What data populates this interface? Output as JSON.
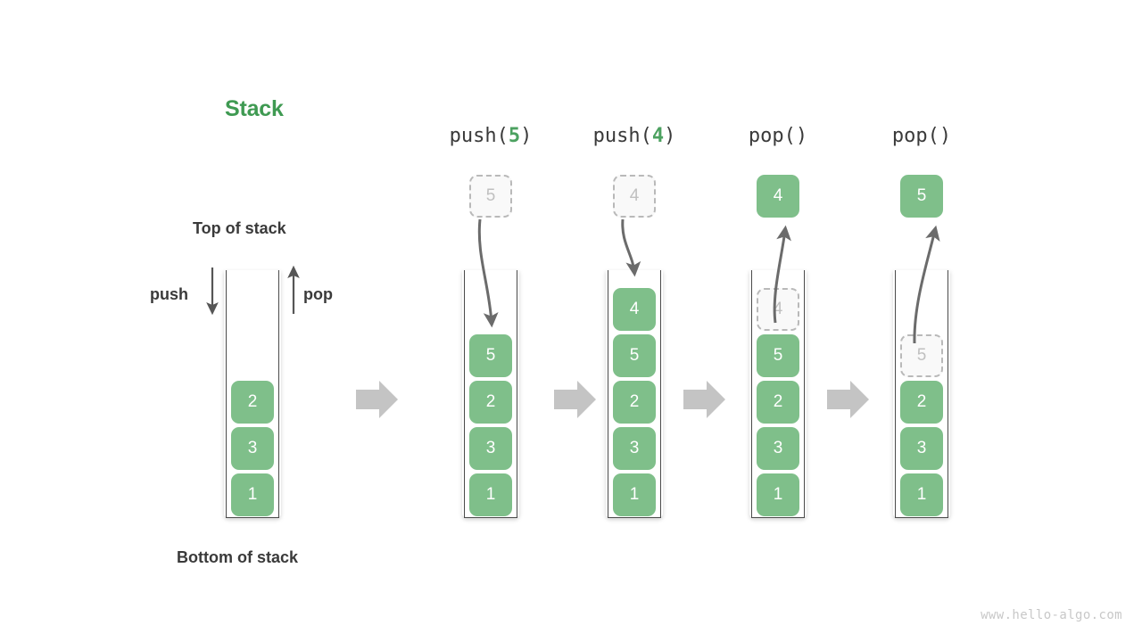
{
  "diagram": {
    "title": "Stack",
    "title_color": "#3f9a52",
    "cell_color": "#7fbf8a",
    "ghost_color": "#f9f9f9",
    "arrow_color": "#6b6b6b",
    "transition_arrow_color": "#c4c4c4",
    "watermark": "www.hello-algo.com"
  },
  "labels": {
    "top_of_stack": "Top of stack",
    "bottom_of_stack": "Bottom of stack",
    "push": "push",
    "pop": "pop"
  },
  "steps": [
    {
      "header_fn": "push(",
      "header_arg": "5",
      "header_close": ")",
      "floating": {
        "value": "5",
        "style": "ghost"
      },
      "cells": [
        {
          "value": "5",
          "style": "solid"
        },
        {
          "value": "2",
          "style": "solid"
        },
        {
          "value": "3",
          "style": "solid"
        },
        {
          "value": "1",
          "style": "solid"
        }
      ]
    },
    {
      "header_fn": "push(",
      "header_arg": "4",
      "header_close": ")",
      "floating": {
        "value": "4",
        "style": "ghost"
      },
      "cells": [
        {
          "value": "4",
          "style": "solid"
        },
        {
          "value": "5",
          "style": "solid"
        },
        {
          "value": "2",
          "style": "solid"
        },
        {
          "value": "3",
          "style": "solid"
        },
        {
          "value": "1",
          "style": "solid"
        }
      ]
    },
    {
      "header_fn": "pop(",
      "header_arg": "",
      "header_close": ")",
      "floating": {
        "value": "4",
        "style": "solid"
      },
      "cells": [
        {
          "value": "4",
          "style": "ghost"
        },
        {
          "value": "5",
          "style": "solid"
        },
        {
          "value": "2",
          "style": "solid"
        },
        {
          "value": "3",
          "style": "solid"
        },
        {
          "value": "1",
          "style": "solid"
        }
      ]
    },
    {
      "header_fn": "pop(",
      "header_arg": "",
      "header_close": ")",
      "floating": {
        "value": "5",
        "style": "solid"
      },
      "cells": [
        {
          "value": "5",
          "style": "ghost"
        },
        {
          "value": "2",
          "style": "solid"
        },
        {
          "value": "3",
          "style": "solid"
        },
        {
          "value": "1",
          "style": "solid"
        }
      ]
    }
  ],
  "initial_stack": {
    "cells": [
      {
        "value": "2",
        "style": "solid"
      },
      {
        "value": "3",
        "style": "solid"
      },
      {
        "value": "1",
        "style": "solid"
      }
    ]
  }
}
